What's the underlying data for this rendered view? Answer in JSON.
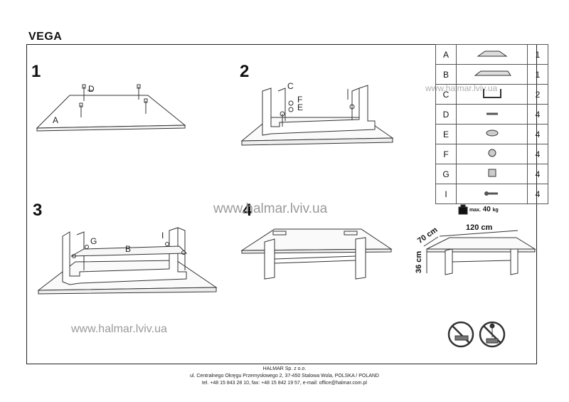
{
  "title": "VEGA",
  "steps": [
    "1",
    "2",
    "3",
    "4"
  ],
  "labels": {
    "s1_a": "A",
    "s1_d": "D",
    "s2_c": "C",
    "s2_f": "F",
    "s2_e": "E",
    "s3_g": "G",
    "s3_i": "I",
    "s3_b": "B"
  },
  "watermark": "www.halmar.lviv.ua",
  "parts": [
    {
      "letter": "A",
      "qty": "1",
      "icon": "glass-top-small-icon"
    },
    {
      "letter": "B",
      "qty": "1",
      "icon": "glass-shelf-icon"
    },
    {
      "letter": "C",
      "qty": "2",
      "icon": "leg-frame-icon"
    },
    {
      "letter": "D",
      "qty": "4",
      "icon": "bolt-icon"
    },
    {
      "letter": "E",
      "qty": "4",
      "icon": "washer-icon"
    },
    {
      "letter": "F",
      "qty": "4",
      "icon": "nut-icon"
    },
    {
      "letter": "G",
      "qty": "4",
      "icon": "bracket-icon"
    },
    {
      "letter": "I",
      "qty": "4",
      "icon": "screw-icon"
    }
  ],
  "max_load": {
    "prefix": "max.",
    "value": "40",
    "unit": "kg"
  },
  "dimensions": {
    "width": "120 cm",
    "depth": "70 cm",
    "height": "36 cm"
  },
  "footer": {
    "company": "HALMAR Sp. z o.o.",
    "address": "ul. Centralnego Okręgu Przemysłowego 2, 37-450 Stalowa Wola, POLSKA / POLAND",
    "contact": "tel. +48 15 843 28 10, fax: +48 15 842 19 57, e-mail: office@halmar.com.pl"
  }
}
